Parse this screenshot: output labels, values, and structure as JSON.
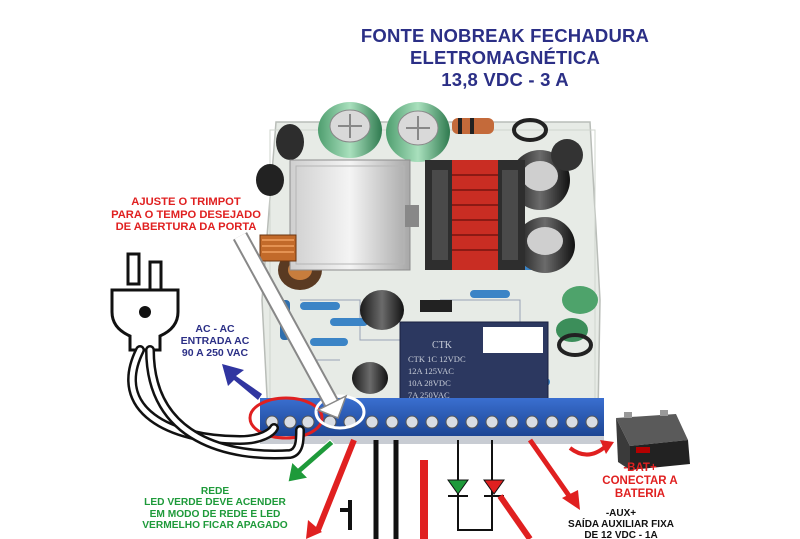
{
  "title": {
    "line1": "FONTE NOBREAK FECHADURA",
    "line2": "ELETROMAGNÉTICA",
    "line3": "13,8 VDC - 3 A"
  },
  "trimpot_note": {
    "line1": "AJUSTE O TRIMPOT",
    "line2": "PARA O TEMPO DESEJADO",
    "line3": "DE ABERTURA DA PORTA"
  },
  "ac_input": {
    "line1": "AC - AC",
    "line2": "ENTRADA AC",
    "line3": "90 A 250 VAC"
  },
  "rede_note": {
    "line1": "REDE",
    "line2": "LED VERDE DEVE ACENDER",
    "line3": "EM MODO DE REDE E LED",
    "line4": "VERMELHO FICAR APAGADO"
  },
  "battery_note": {
    "line1": "-BAT+",
    "line2": "CONECTAR A",
    "line3": "BATERIA"
  },
  "aux_note": {
    "line1": "-AUX+",
    "line2": "SAÍDA AUXILIAR FIXA",
    "line3": "DE 12 VDC - 1A"
  },
  "relay": {
    "brand": "CTK",
    "line1": "CTK   1C   12VDC",
    "line2": "12A   125VAC",
    "line3": "10A   28VDC",
    "line4": "7A    250VAC"
  },
  "colors": {
    "title": "#2b2f86",
    "warning_red": "#e02020",
    "rede_green": "#1e9a3a",
    "terminal_blue": "#1f4fa8",
    "pcb": "#e9ece8"
  }
}
